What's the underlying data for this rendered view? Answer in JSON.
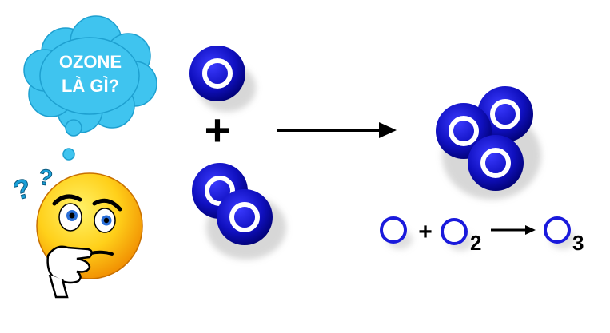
{
  "thought_bubble": {
    "line1": "OZONE",
    "line2": "LÀ GÌ?"
  },
  "question_marks": [
    "?",
    "?"
  ],
  "reaction": {
    "plus": "+",
    "arrow": "reaction-arrow"
  },
  "equation": {
    "plus": "+",
    "o2_subscript": "2",
    "o3_subscript": "3"
  },
  "icons": {
    "face": "thinking-emoji-icon",
    "atom": "oxygen-atom-icon"
  },
  "colors": {
    "bubble": "#3fc4ef",
    "bubble_text": "#ffffff",
    "atom_blue": "#1414c8",
    "atom_dark": "#00007a",
    "face_yellow": "#ffd21a",
    "question_blue": "#1aa0d8"
  }
}
